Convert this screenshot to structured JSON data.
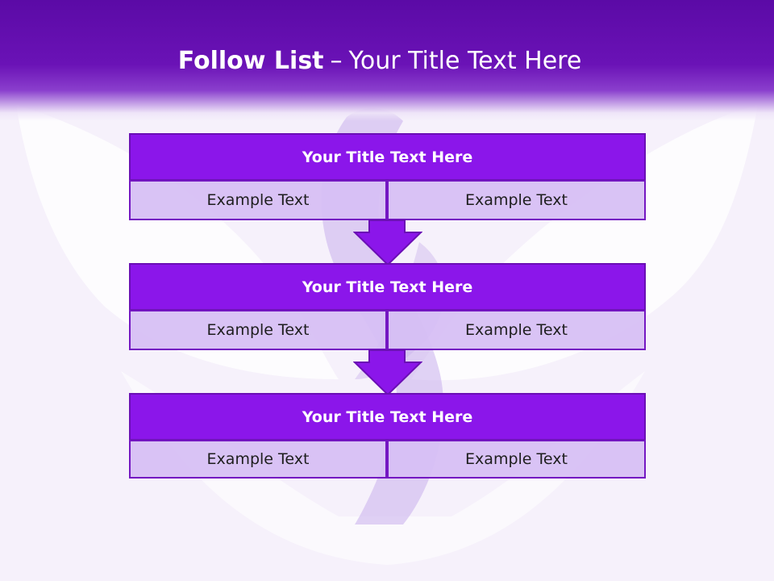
{
  "slide": {
    "title_bold": "Follow List",
    "title_dash": "–",
    "title_rest": "Your Title Text Here"
  },
  "flow": {
    "steps": [
      {
        "title": "Your Title Text Here",
        "left": "Example Text",
        "right": "Example Text"
      },
      {
        "title": "Your Title Text Here",
        "left": "Example Text",
        "right": "Example Text"
      },
      {
        "title": "Your Title Text Here",
        "left": "Example Text",
        "right": "Example Text"
      }
    ]
  },
  "colors": {
    "header": "#5b0aa6",
    "step_title_fill": "#8b16ea",
    "cell_fill": "#d6bef4",
    "arrow_fill": "#8b16ea"
  },
  "icons": {
    "arrow": "down-arrow-icon",
    "background": "hands-ribbon-photo"
  }
}
